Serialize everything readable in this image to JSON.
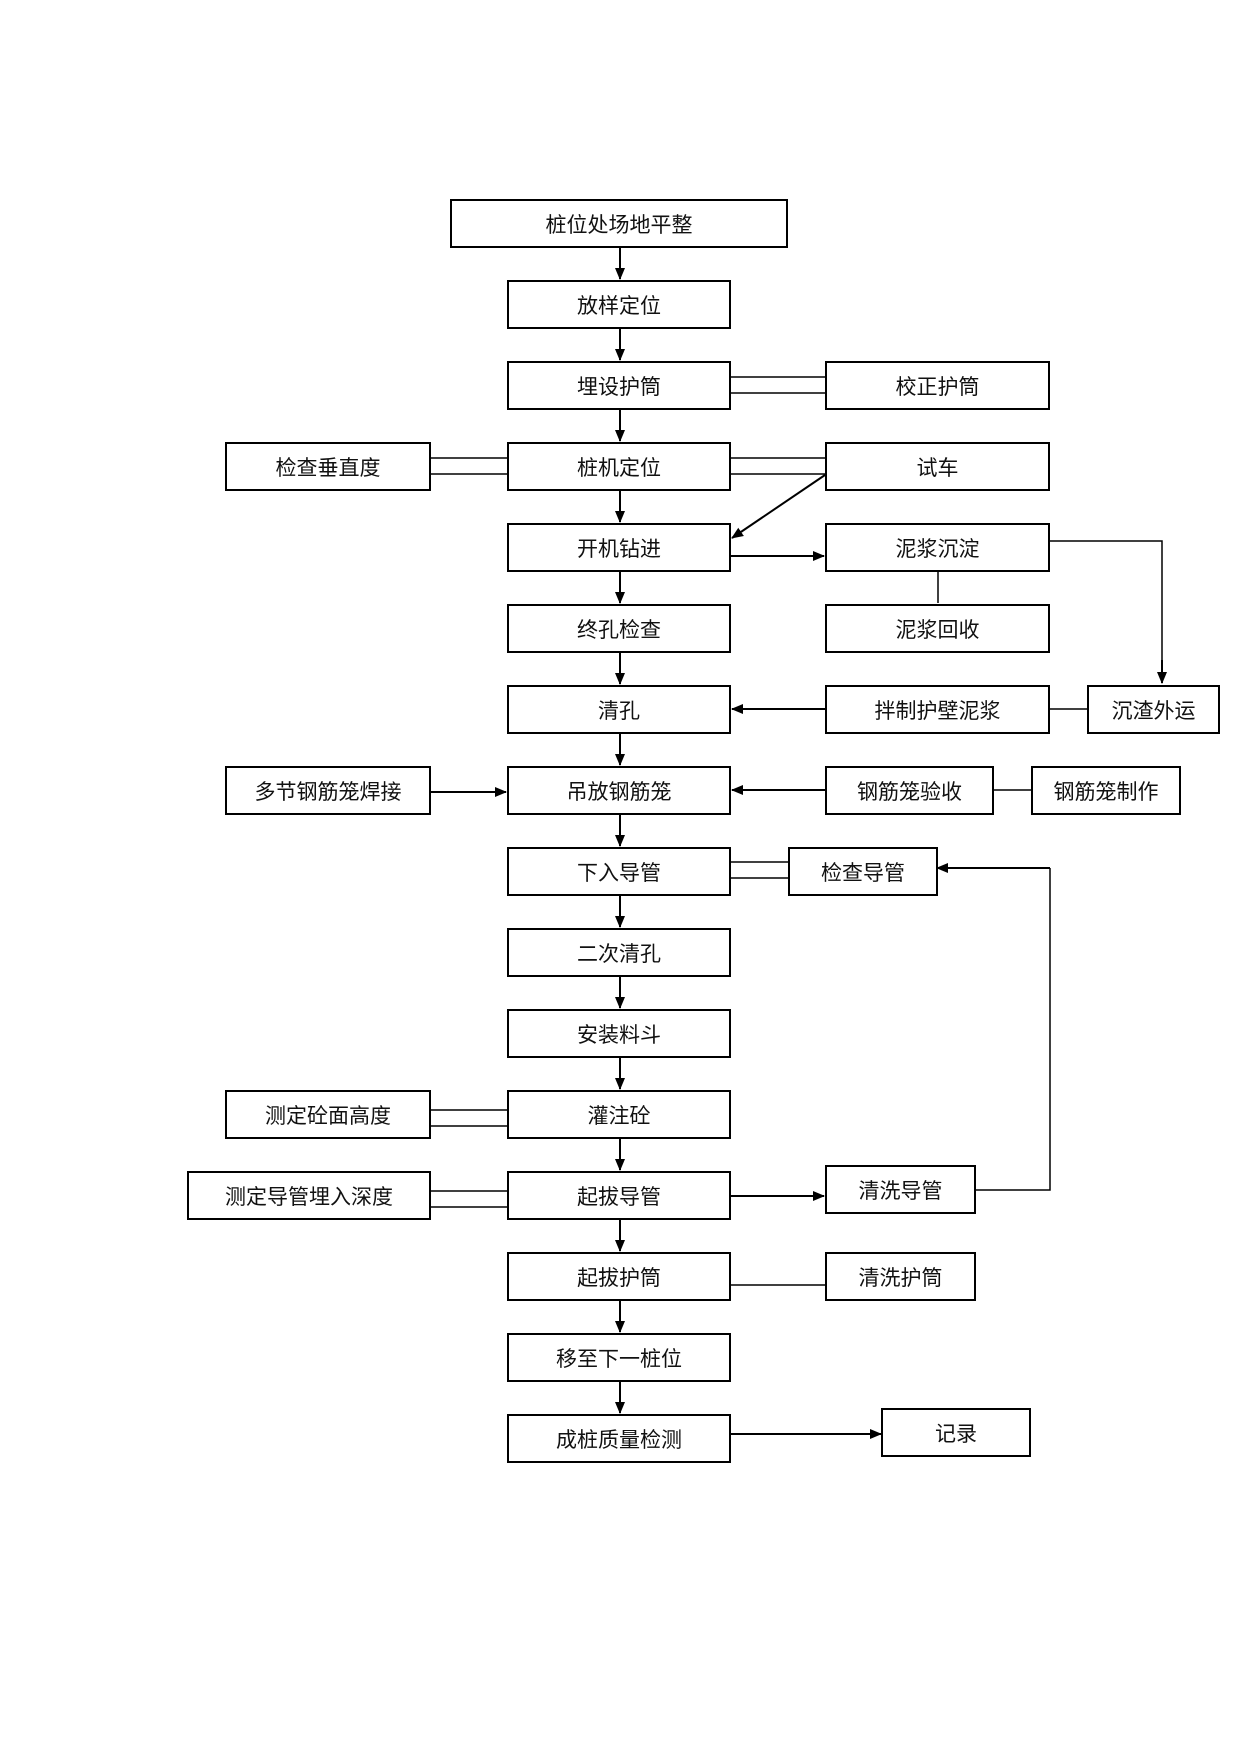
{
  "flowchart": {
    "main_steps": [
      "桩位处场地平整",
      "放样定位",
      "埋设护筒",
      "桩机定位",
      "开机钻进",
      "终孔检查",
      "清孔",
      "吊放钢筋笼",
      "下入导管",
      "二次清孔",
      "安装料斗",
      "灌注砼",
      "起拔导管",
      "起拔护筒",
      "移至下一桩位",
      "成桩质量检测"
    ],
    "side_steps": {
      "calibrate_casing": "校正护筒",
      "check_verticality": "检查垂直度",
      "test_run": "试车",
      "slurry_settling": "泥浆沉淀",
      "slurry_recovery": "泥浆回收",
      "mix_slurry": "拌制护壁泥浆",
      "sediment_transport": "沉渣外运",
      "multi_section_welding": "多节钢筋笼焊接",
      "cage_acceptance": "钢筋笼验收",
      "cage_fabrication": "钢筋笼制作",
      "check_conduit": "检查导管",
      "measure_concrete_height": "测定砼面高度",
      "measure_conduit_depth": "测定导管埋入深度",
      "wash_conduit": "清洗导管",
      "wash_casing": "清洗护筒",
      "record": "记录"
    }
  }
}
